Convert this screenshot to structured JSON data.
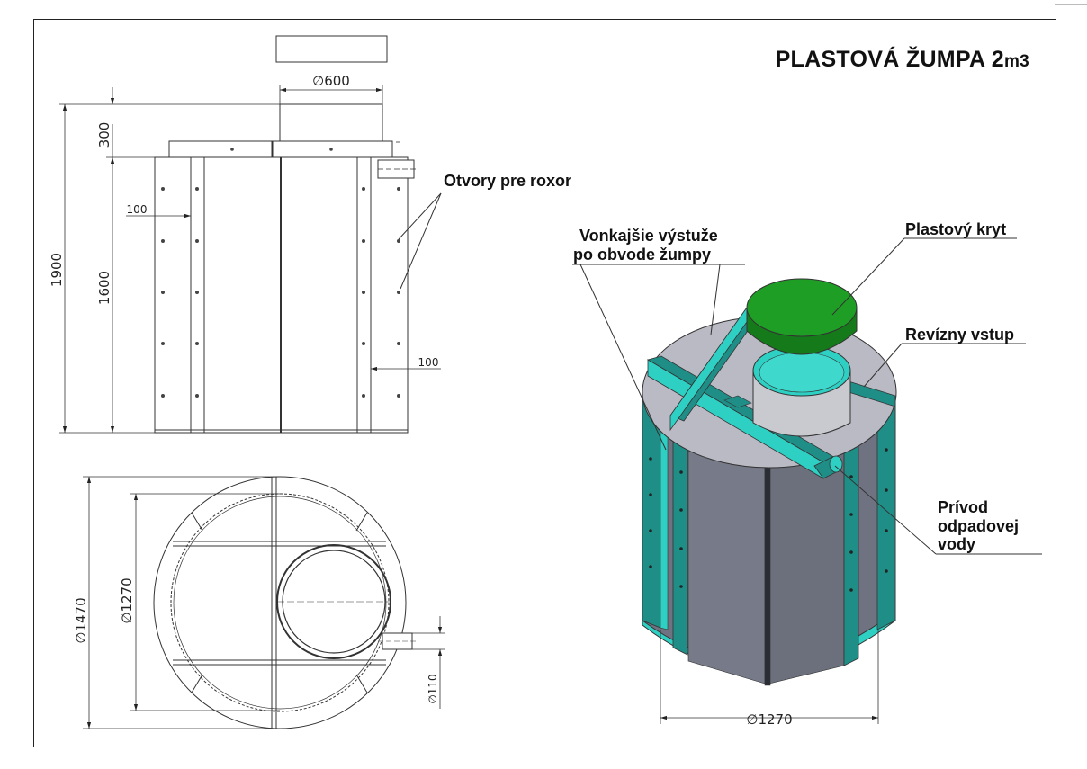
{
  "title": {
    "main": "PLASTOVÁ ŽUMPA 2",
    "unit": "m3"
  },
  "dimensions": {
    "cover_diameter": "∅600",
    "cap_height": "300",
    "total_height": "1900",
    "body_height": "1600",
    "rib_offset_left": "100",
    "rib_offset_right": "100",
    "outer_diameter": "∅1470",
    "inner_diameter": "∅1270",
    "pipe_diameter": "∅110",
    "iso_diameter": "∅1270"
  },
  "callouts": {
    "roxor_holes": "Otvory pre roxor",
    "ribs_line1": "Vonkajšie výstuže",
    "ribs_line2": "po obvode žumpy",
    "cover": "Plastový kryt",
    "manhole": "Revízny vstup",
    "inlet_line1": "Prívod",
    "inlet_line2": "odpadovej",
    "inlet_line3": "vody"
  },
  "colors": {
    "rib_teal": "#1f8e87",
    "rib_teal_light": "#2fd0c4",
    "cover_green": "#1e9e24",
    "body_gray": "#6f7280",
    "lid_gray": "#b9bac4"
  }
}
